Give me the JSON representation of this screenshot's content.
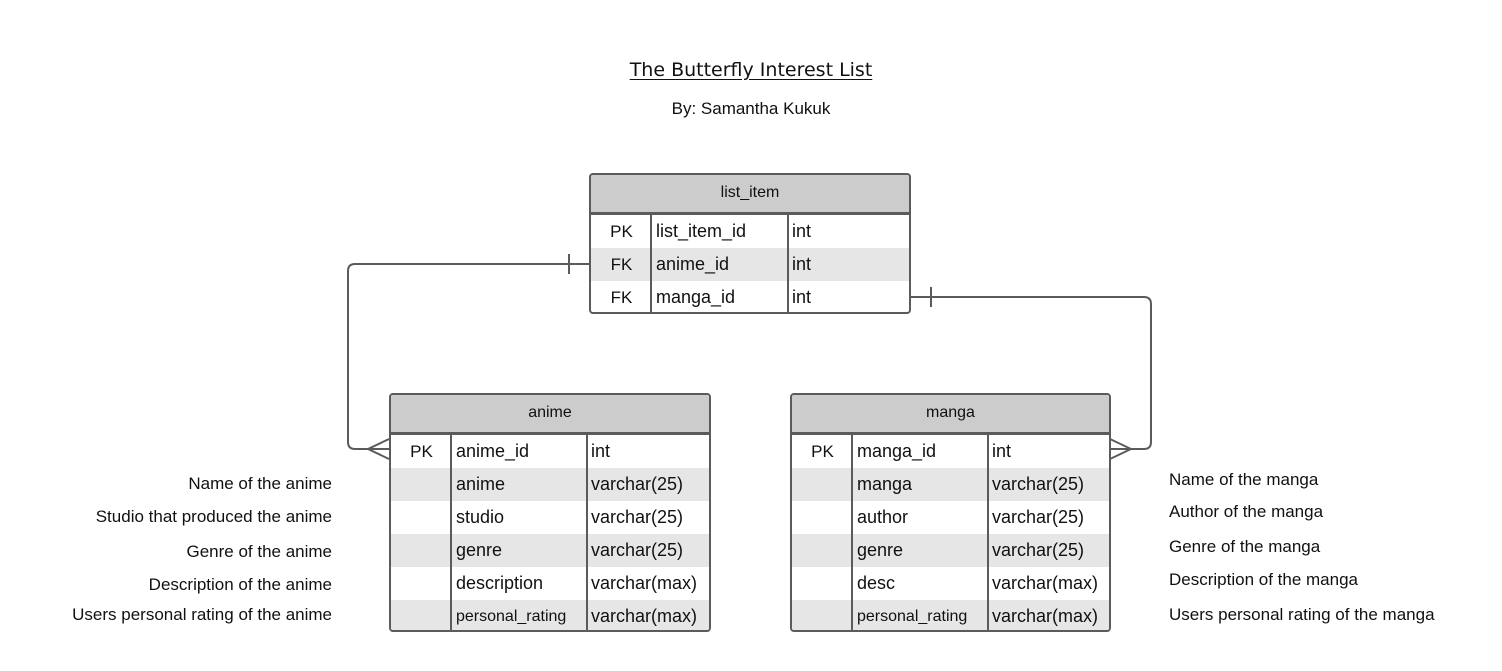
{
  "header": {
    "title": "The Butterfly Interest List",
    "subtitle": "By: Samantha Kukuk"
  },
  "entities": {
    "list_item": {
      "name": "list_item",
      "rows": [
        {
          "key": "PK",
          "field": "list_item_id",
          "type": "int"
        },
        {
          "key": "FK",
          "field": "anime_id",
          "type": "int"
        },
        {
          "key": "FK",
          "field": "manga_id",
          "type": "int"
        }
      ]
    },
    "anime": {
      "name": "anime",
      "rows": [
        {
          "key": "PK",
          "field": "anime_id",
          "type": "int"
        },
        {
          "key": "",
          "field": "anime",
          "type": "varchar(25)"
        },
        {
          "key": "",
          "field": "studio",
          "type": "varchar(25)"
        },
        {
          "key": "",
          "field": "genre",
          "type": "varchar(25)"
        },
        {
          "key": "",
          "field": "description",
          "type": "varchar(max)"
        },
        {
          "key": "",
          "field": "personal_rating",
          "type": "varchar(max)"
        }
      ],
      "notes": [
        "Name of the anime",
        "Studio that produced the anime",
        "Genre of the anime",
        "Description of the anime",
        "Users personal rating of the anime"
      ]
    },
    "manga": {
      "name": "manga",
      "rows": [
        {
          "key": "PK",
          "field": "manga_id",
          "type": "int"
        },
        {
          "key": "",
          "field": "manga",
          "type": "varchar(25)"
        },
        {
          "key": "",
          "field": "author",
          "type": "varchar(25)"
        },
        {
          "key": "",
          "field": "genre",
          "type": "varchar(25)"
        },
        {
          "key": "",
          "field": "desc",
          "type": "varchar(max)"
        },
        {
          "key": "",
          "field": "personal_rating",
          "type": "varchar(max)"
        }
      ],
      "notes": [
        "Name of the manga",
        "Author of the manga",
        "Genre of the manga",
        "Description of the manga",
        "Users personal rating of the manga"
      ]
    }
  },
  "relationships": [
    {
      "from": "list_item.anime_id",
      "to": "anime.anime_id",
      "from_end": "one",
      "to_end": "many"
    },
    {
      "from": "list_item.manga_id",
      "to": "manga.manga_id",
      "from_end": "one",
      "to_end": "many"
    }
  ],
  "colors": {
    "border": "#5b5b5b",
    "header_fill": "#cccccc",
    "alt_row_fill": "#e6e6e6"
  }
}
